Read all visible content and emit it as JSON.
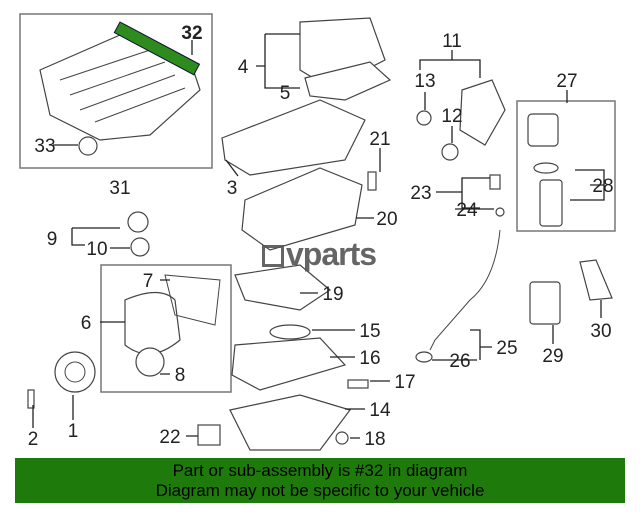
{
  "diagram": {
    "callouts": [
      "32",
      "33",
      "31",
      "4",
      "5",
      "3",
      "21",
      "20",
      "9",
      "10",
      "7",
      "6",
      "8",
      "19",
      "15",
      "16",
      "17",
      "14",
      "18",
      "22",
      "2",
      "1",
      "11",
      "13",
      "12",
      "23",
      "24",
      "27",
      "28",
      "25",
      "26",
      "29",
      "30"
    ],
    "highlighted_part": "32",
    "highlight_color": "#2e8b1e"
  },
  "watermark": "vparts",
  "banner": {
    "line1": "Part or sub-assembly is #32 in diagram",
    "line2": "Diagram may not be specific to your vehicle",
    "color": "#1f7a0c"
  }
}
